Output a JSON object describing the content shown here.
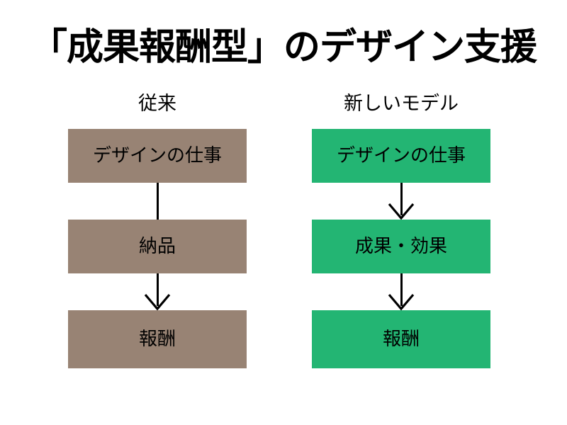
{
  "slide": {
    "title": "「成果報酬型」のデザイン支援",
    "background_color": "#ffffff",
    "text_color": "#000000"
  },
  "columns": [
    {
      "id": "conventional",
      "header": "従来",
      "accent_color": "#988374",
      "steps": [
        {
          "label": "デザインの仕事"
        },
        {
          "label": "納品"
        },
        {
          "label": "報酬"
        }
      ],
      "connectors": [
        {
          "from": "デザインの仕事",
          "to": "納品",
          "arrowhead": false
        },
        {
          "from": "納品",
          "to": "報酬",
          "arrowhead": true
        }
      ]
    },
    {
      "id": "new-model",
      "header": "新しいモデル",
      "accent_color": "#23b573",
      "steps": [
        {
          "label": "デザインの仕事"
        },
        {
          "label": "成果・効果"
        },
        {
          "label": "報酬"
        }
      ],
      "connectors": [
        {
          "from": "デザインの仕事",
          "to": "成果・効果",
          "arrowhead": true
        },
        {
          "from": "成果・効果",
          "to": "報酬",
          "arrowhead": true
        }
      ]
    }
  ]
}
